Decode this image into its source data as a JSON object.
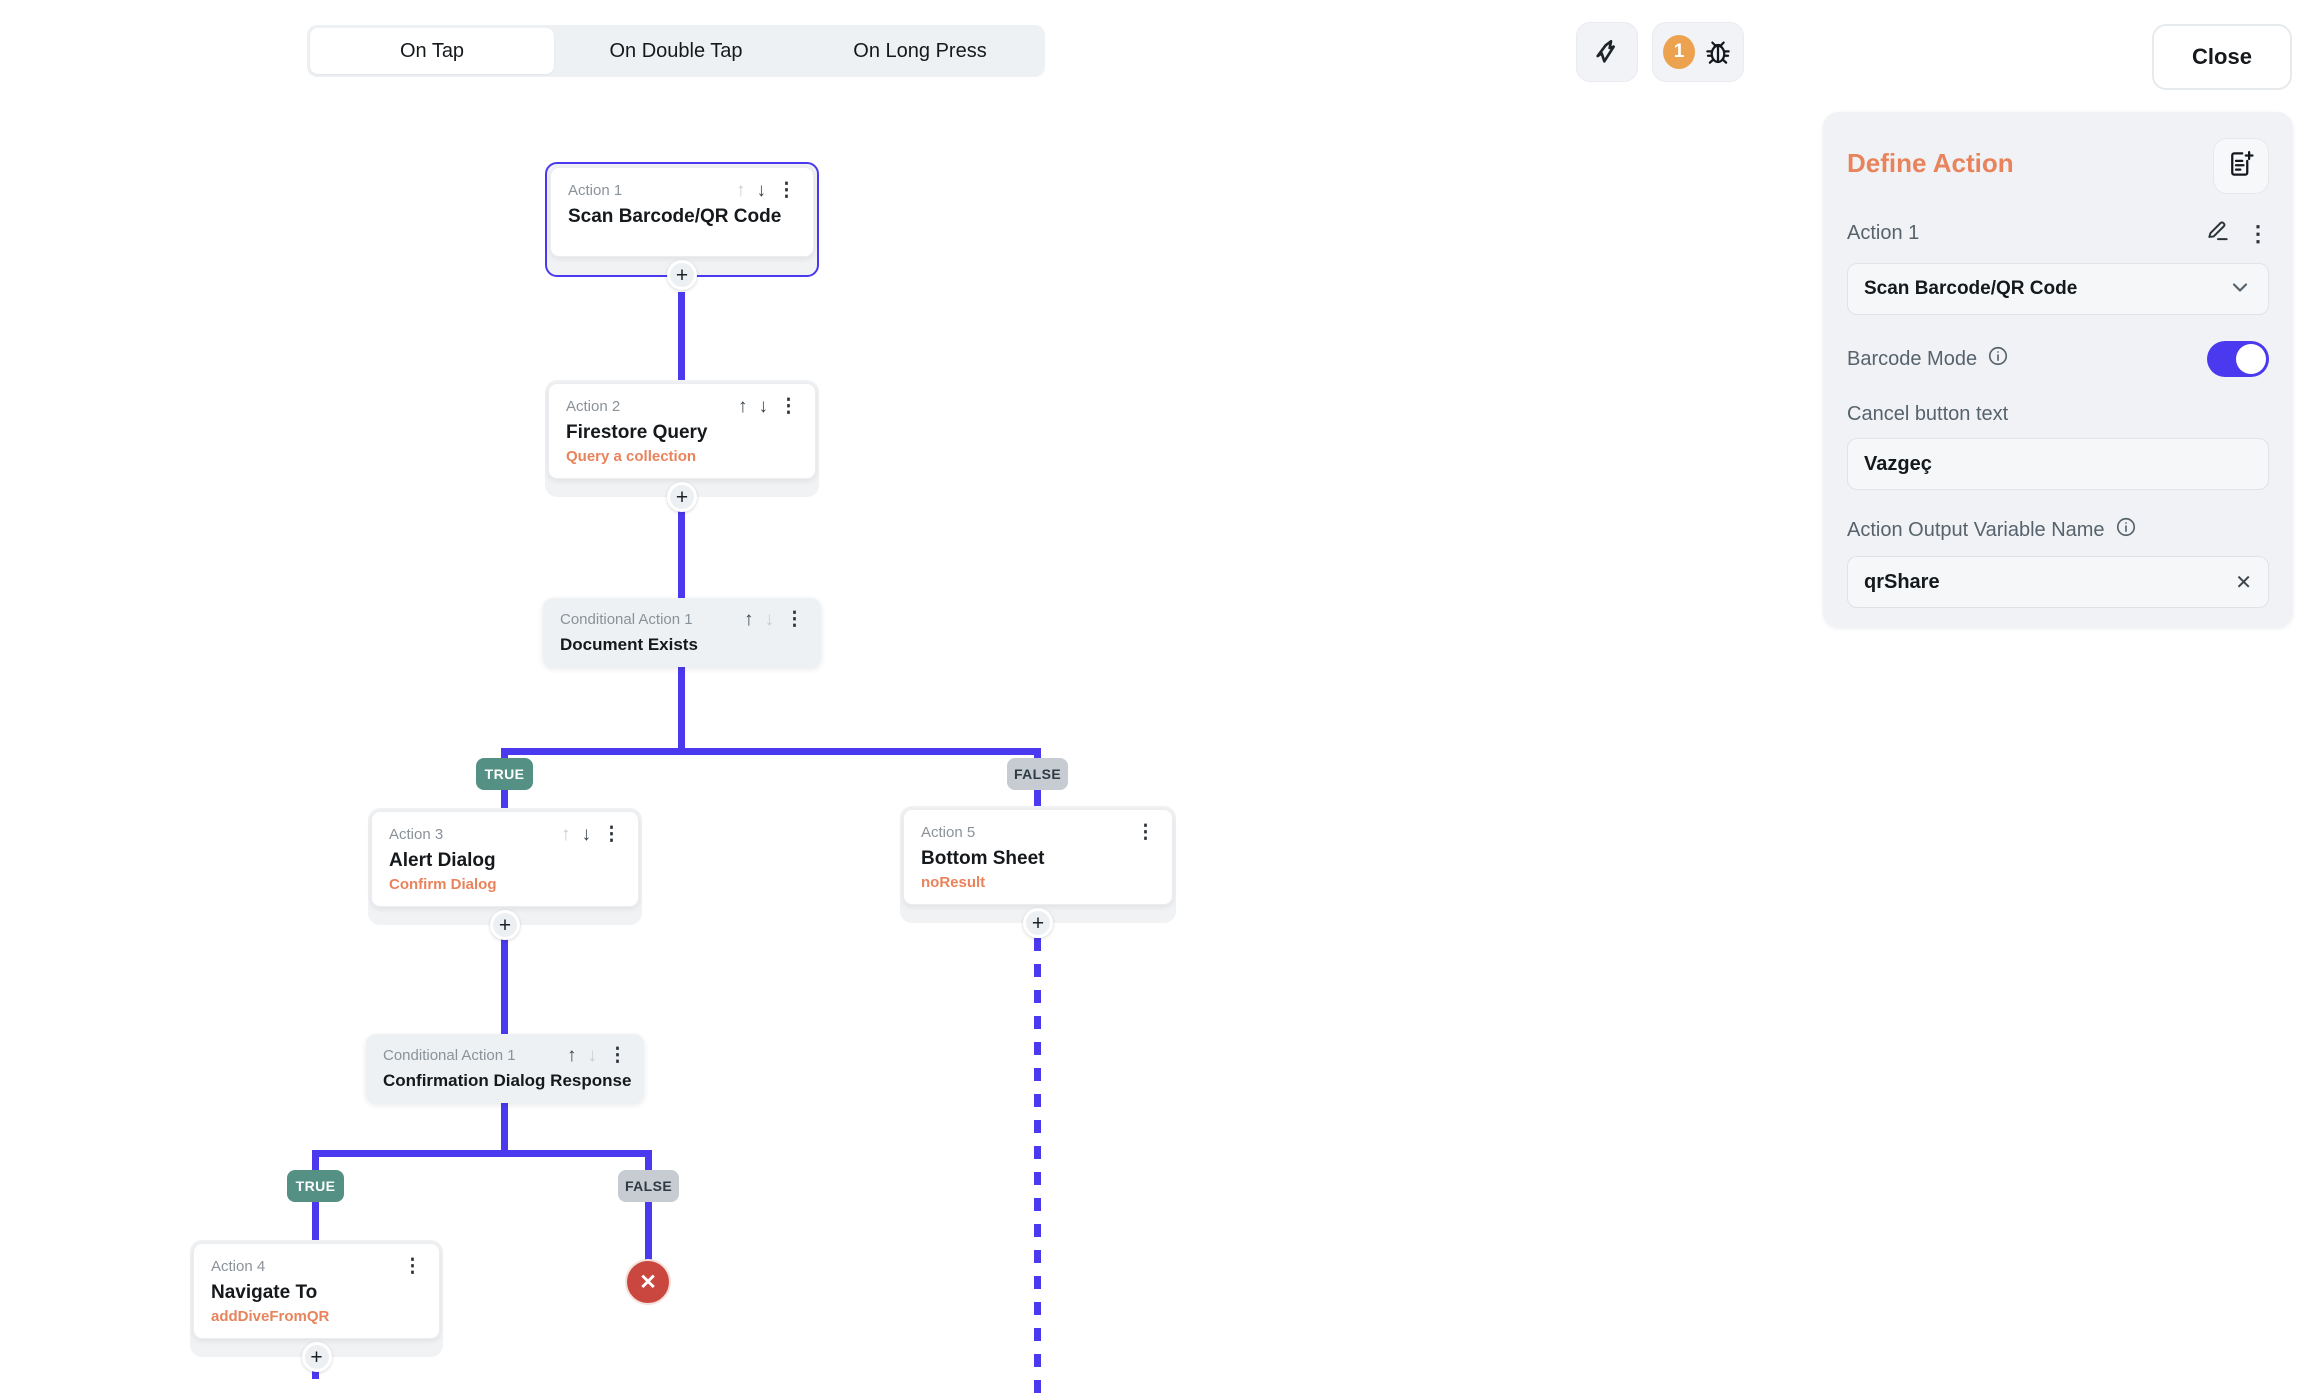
{
  "tabs": [
    {
      "label": "On Tap",
      "active": true
    },
    {
      "label": "On Double Tap",
      "active": false
    },
    {
      "label": "On Long Press",
      "active": false
    }
  ],
  "toolbar": {
    "debug_count": "1",
    "close_label": "Close"
  },
  "panel": {
    "title": "Define Action",
    "action_label": "Action 1",
    "action_type": "Scan Barcode/QR Code",
    "barcode_mode_label": "Barcode Mode",
    "barcode_mode_on": true,
    "cancel_label": "Cancel button text",
    "cancel_value": "Vazgeç",
    "output_label": "Action Output Variable Name",
    "output_value": "qrShare"
  },
  "badges": {
    "true_label": "TRUE",
    "false_label": "FALSE"
  },
  "nodes": {
    "action1": {
      "kicker": "Action 1",
      "title": "Scan Barcode/QR Code"
    },
    "action2": {
      "kicker": "Action 2",
      "title": "Firestore Query",
      "subtitle": "Query a collection"
    },
    "cond1": {
      "kicker": "Conditional Action 1",
      "title": "Document Exists"
    },
    "action3": {
      "kicker": "Action 3",
      "title": "Alert Dialog",
      "subtitle": "Confirm Dialog"
    },
    "action5": {
      "kicker": "Action 5",
      "title": "Bottom Sheet",
      "subtitle": "noResult"
    },
    "cond2": {
      "kicker": "Conditional Action 1",
      "title": "Confirmation Dialog Response"
    },
    "action4": {
      "kicker": "Action 4",
      "title": "Navigate To",
      "subtitle": "addDiveFromQR"
    }
  },
  "icons": {
    "move_up": "↑",
    "move_down": "↓",
    "more": "⋮",
    "add": "+",
    "clear": "✕",
    "terminate": "✕"
  },
  "colors": {
    "primary": "#4B39EF",
    "accent_orange": "#E8835C",
    "true_badge": "#549184",
    "false_badge": "#C6CCD2",
    "error": "#C9473F",
    "debug_badge": "#ECA24F"
  }
}
